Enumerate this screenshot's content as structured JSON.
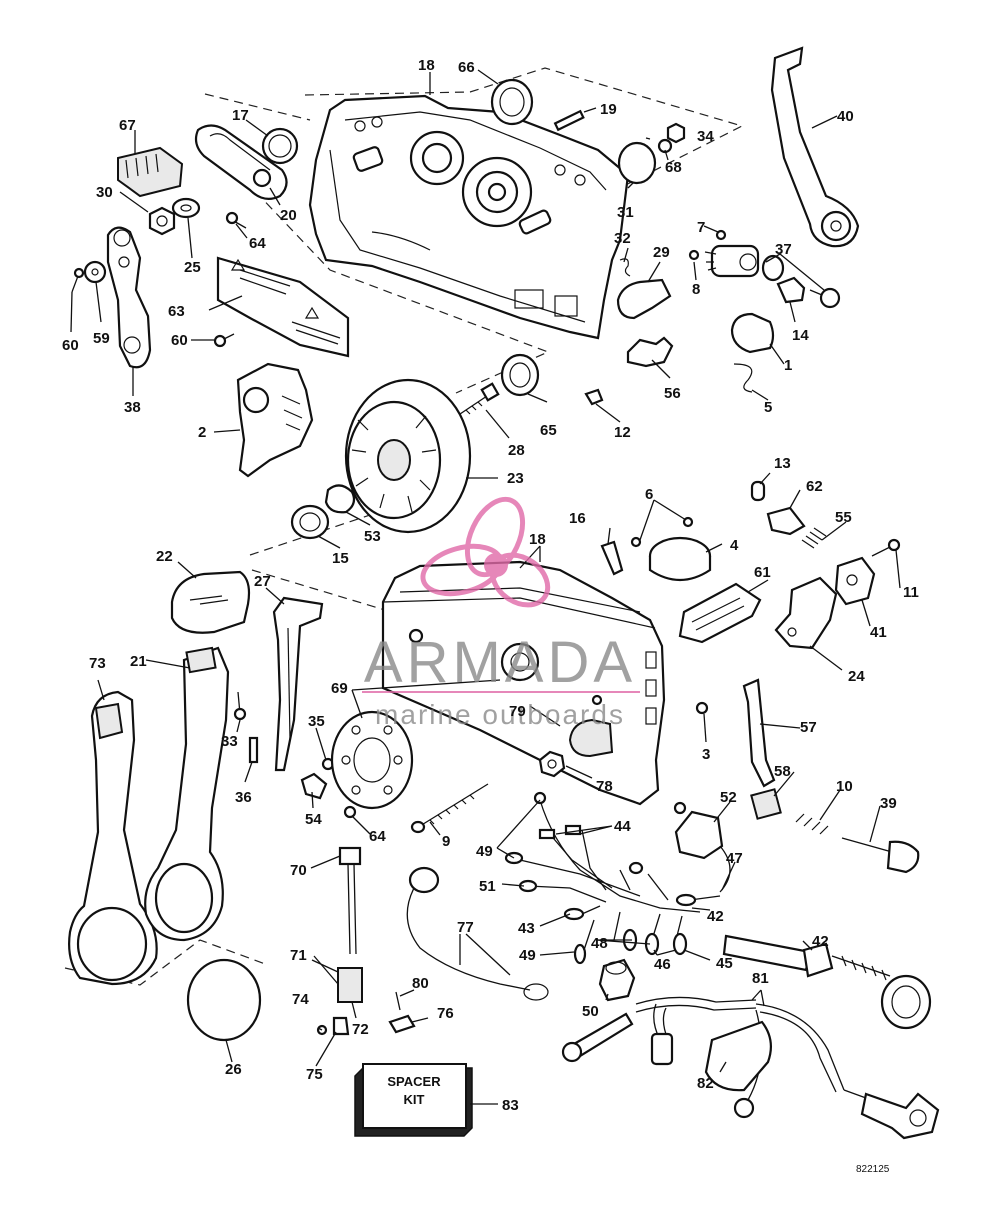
{
  "diagram": {
    "reference_number": "822125",
    "spacer_kit": {
      "line1": "SPACER",
      "line2": "KIT",
      "callout": "83"
    },
    "watermark": {
      "brand": "ARMADA",
      "tagline": "marine outboards",
      "accent_color": "#e06aa8",
      "text_color": "#8a8a8a"
    },
    "callouts": {
      "c1": "1",
      "c2": "2",
      "c3": "3",
      "c4": "4",
      "c5": "5",
      "c6": "6",
      "c7": "7",
      "c8": "8",
      "c9": "9",
      "c10": "10",
      "c11": "11",
      "c12": "12",
      "c13": "13",
      "c14": "14",
      "c15": "15",
      "c16": "16",
      "c17": "17",
      "c18a": "18",
      "c18b": "18",
      "c19": "19",
      "c20": "20",
      "c21": "21",
      "c22": "22",
      "c23": "23",
      "c24": "24",
      "c25": "25",
      "c26": "26",
      "c27": "27",
      "c28": "28",
      "c29": "29",
      "c30": "30",
      "c31": "31",
      "c32": "32",
      "c33": "33",
      "c34": "34",
      "c35": "35",
      "c36": "36",
      "c37": "37",
      "c38": "38",
      "c39": "39",
      "c40": "40",
      "c41": "41",
      "c42a": "42",
      "c42b": "42",
      "c43": "43",
      "c44": "44",
      "c45": "45",
      "c46": "46",
      "c47": "47",
      "c48": "48",
      "c49a": "49",
      "c49b": "49",
      "c50": "50",
      "c51": "51",
      "c52": "52",
      "c53": "53",
      "c54": "54",
      "c55": "55",
      "c56": "56",
      "c57": "57",
      "c58": "58",
      "c59": "59",
      "c60a": "60",
      "c60b": "60",
      "c61": "61",
      "c62": "62",
      "c63": "63",
      "c64a": "64",
      "c64b": "64",
      "c65": "65",
      "c66": "66",
      "c67": "67",
      "c68": "68",
      "c69": "69",
      "c70": "70",
      "c71": "71",
      "c72": "72",
      "c73": "73",
      "c74": "74",
      "c75": "75",
      "c76": "76",
      "c77": "77",
      "c78": "78",
      "c79": "79",
      "c80": "80",
      "c81": "81",
      "c82": "82"
    }
  }
}
